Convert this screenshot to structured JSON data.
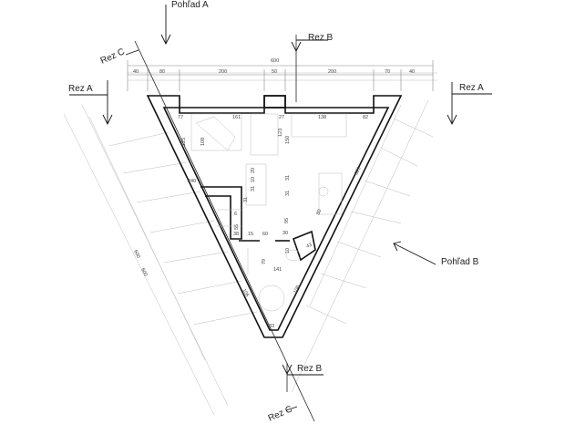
{
  "view_labels": {
    "view_a": "Pohľad A",
    "view_b": "Pohľad B",
    "section_a_left": "Rez A",
    "section_a_right": "Rez A",
    "section_b_top": "Rez B",
    "section_b_bottom": "Rez B",
    "section_c_top": "Rez C",
    "section_c_bottom": "Rez C"
  },
  "top_dimensions": {
    "total": "600",
    "segments": [
      "40",
      "80",
      "200",
      "50",
      "200",
      "70",
      "40"
    ]
  },
  "interior_dimensions": {
    "d77": "77",
    "d161": "161",
    "d27": "27",
    "d138": "138",
    "d82": "82",
    "d125": "125",
    "d108": "108",
    "d123": "123",
    "d150": "150",
    "d20": "20",
    "d10": "10",
    "d31a": "31",
    "d31b": "31",
    "d31c": "31",
    "d240": "240",
    "d6": "6",
    "d55": "55",
    "d38": "38",
    "d60": "60",
    "d30": "30",
    "d95": "95",
    "d15": "15",
    "d10b": "10",
    "d79": "79",
    "d141": "141",
    "d106": "106",
    "d106b": "106",
    "d33": "33",
    "d43": "43",
    "d80": "80",
    "d329": "329",
    "d600a": "600",
    "d600b": "600"
  },
  "colors": {
    "wall": "#111111",
    "line": "#888888",
    "faint": "#bbbbbb"
  }
}
